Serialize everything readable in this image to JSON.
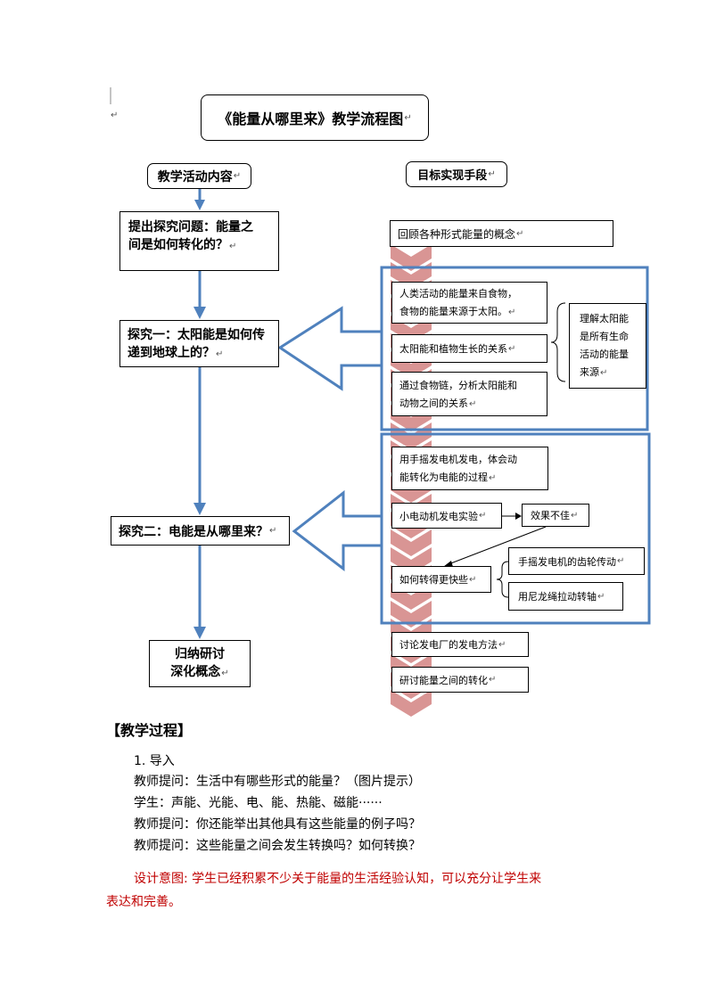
{
  "title": "《能量从哪里来》教学流程图",
  "left_header": "教学活动内容",
  "right_header": "目标实现手段",
  "steps": {
    "step1": [
      "提出探究问题：能量之",
      "间是如何转化的？"
    ],
    "step2": [
      "探究一：太阳能是如何传",
      "递到地球上的？"
    ],
    "step3": "探究二：电能是从哪里来？",
    "step4": [
      "归纳研讨",
      "深化概念"
    ]
  },
  "means": {
    "review": "回顾各种形式能量的概念",
    "group1": {
      "item1": [
        "人类活动的能量来自食物，",
        "食物的能量来源于太阳。"
      ],
      "item2": "太阳能和植物生长的关系",
      "item3": [
        "通过食物链，分析太阳能和",
        "动物之间的关系"
      ],
      "summary": [
        "理解太阳能",
        "是所有生命",
        "活动的能量",
        "来源"
      ]
    },
    "group2": {
      "item1": [
        "用手摇发电机发电，体会动",
        "能转化为电能的过程"
      ],
      "item2": "小电动机发电实验",
      "result": "效果不佳",
      "item3": "如何转得更快些",
      "option1": "手摇发电机的齿轮传动",
      "option2": "用尼龙绳拉动转轴"
    },
    "discuss": "讨论发电厂的发电方法",
    "study": "研讨能量之间的转化"
  },
  "process": {
    "heading": "【教学过程】",
    "section": "1. 导入",
    "lines": [
      "教师提问：生活中有哪些形式的能量？（图片提示）",
      "学生：声能、光能、电、能、热能、磁能······",
      "教师提问：你还能举出其他具有这些能量的例子吗？",
      "教师提问：这些能量之间会发生转换吗？如何转换？"
    ],
    "design_label": "设计意图:",
    "design_text_1": "学生已经积累不少关于能量的生活经验认知，可以充分让学生来",
    "design_text_2": "表达和完善。"
  },
  "colors": {
    "arrow_blue": "#4f81bd",
    "chevron_red": "#d99594",
    "design_red": "#c00000"
  }
}
